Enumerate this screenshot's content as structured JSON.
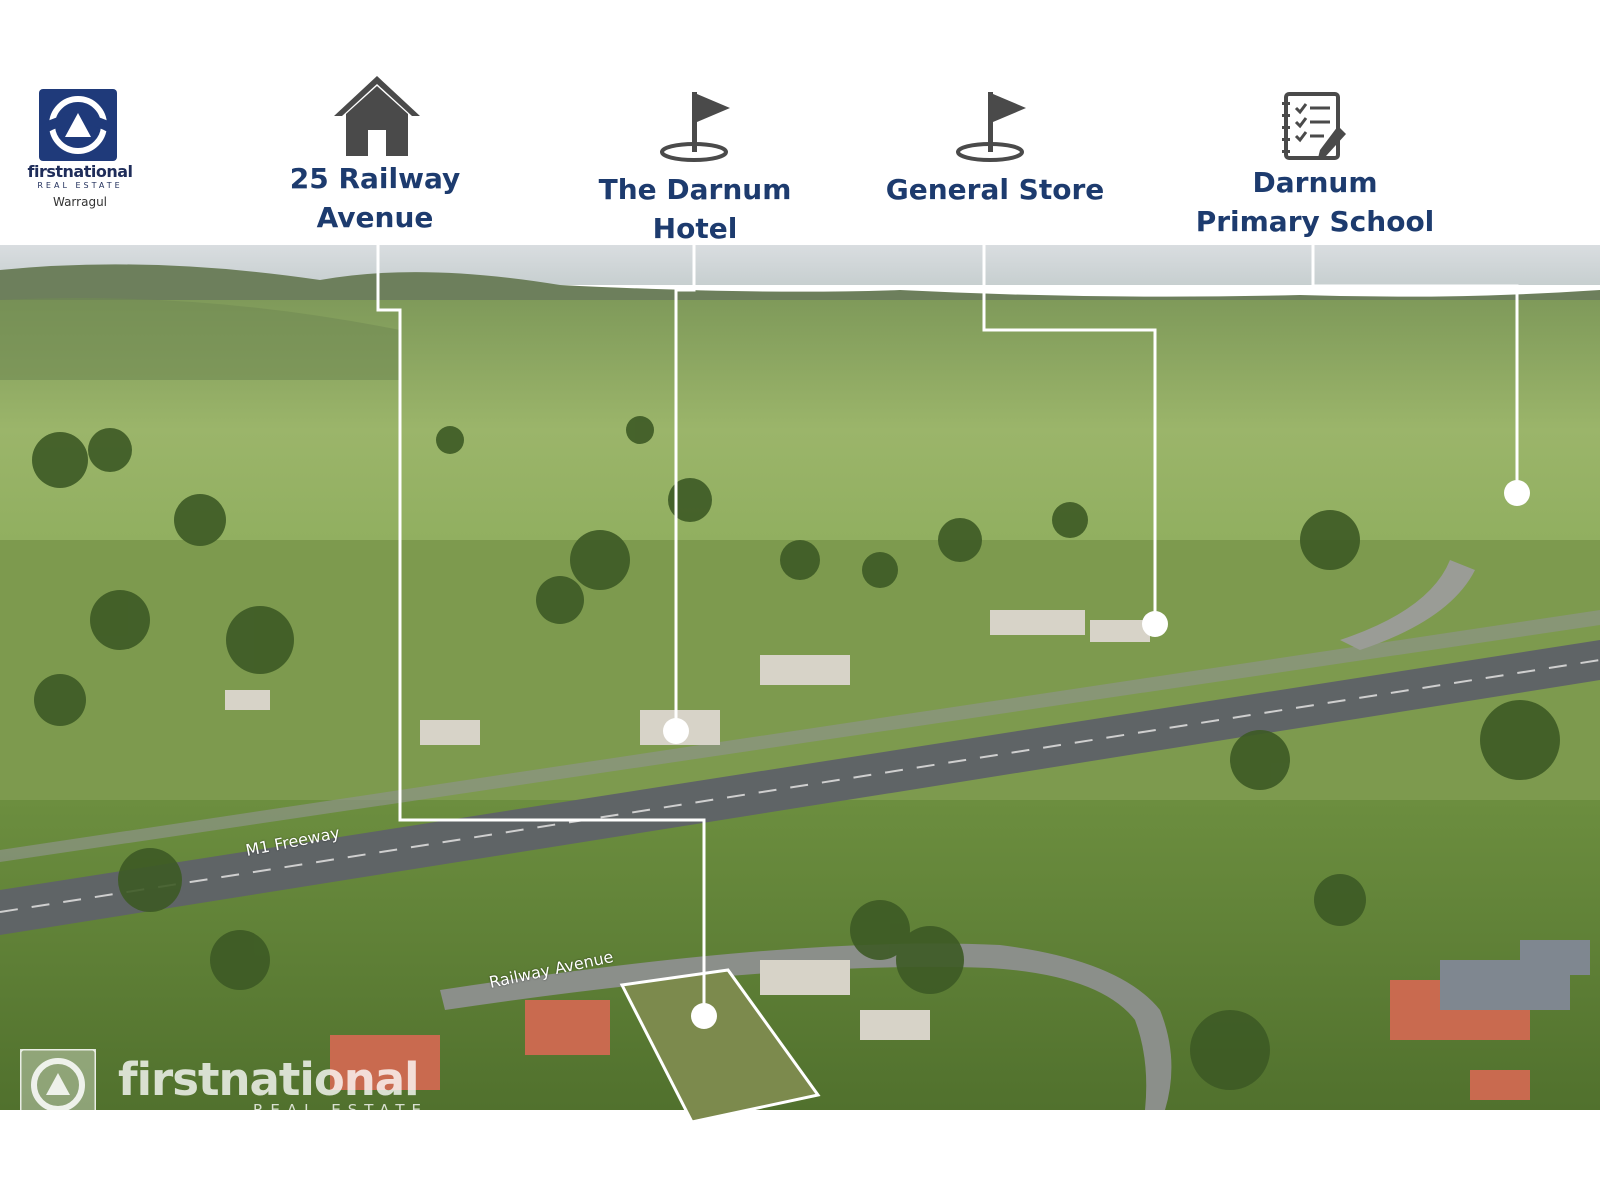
{
  "brand": {
    "name": "firstnational",
    "sub": "REAL ESTATE",
    "office": "Warragul"
  },
  "pois": [
    {
      "label_line1": "25 Railway",
      "label_line2": "Avenue",
      "icon": "house-icon"
    },
    {
      "label_line1": "The Darnum",
      "label_line2": "Hotel",
      "icon": "golf-flag-icon"
    },
    {
      "label_line1": "General Store",
      "label_line2": "",
      "icon": "golf-flag-icon"
    },
    {
      "label_line1": "Darnum",
      "label_line2": "Primary School",
      "icon": "checklist-icon"
    }
  ],
  "roads": {
    "freeway": "M1 Freeway",
    "street": "Railway Avenue"
  },
  "watermark": {
    "name": "firstnational",
    "sub": "REAL ESTATE"
  },
  "colors": {
    "brand_navy": "#1f3a7a",
    "label_blue": "#1d3b6e",
    "icon_gray": "#4a4a4a"
  }
}
